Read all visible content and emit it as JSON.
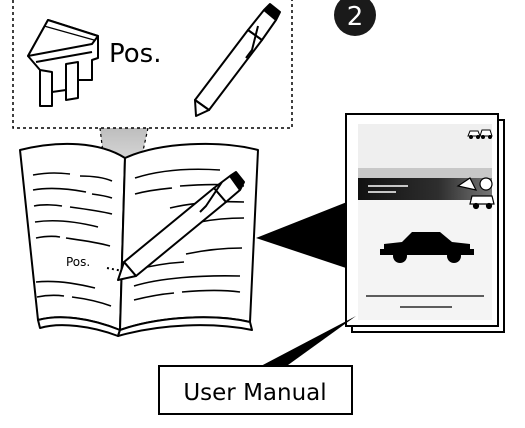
{
  "step": {
    "number": "2"
  },
  "callout": {
    "fuse_label": "Pos."
  },
  "open_manual": {
    "note_label": "Pos."
  },
  "manual_caption": {
    "label": "User Manual"
  },
  "icons": {
    "fuse": "fuse-icon",
    "pen": "pen-icon",
    "car": "car-silhouette-icon",
    "tow": "tow-truck-icon"
  },
  "colors": {
    "ink": "#000000",
    "paper": "#ffffff",
    "cover_tint": "#efefef",
    "band": "#2a2a2a"
  }
}
